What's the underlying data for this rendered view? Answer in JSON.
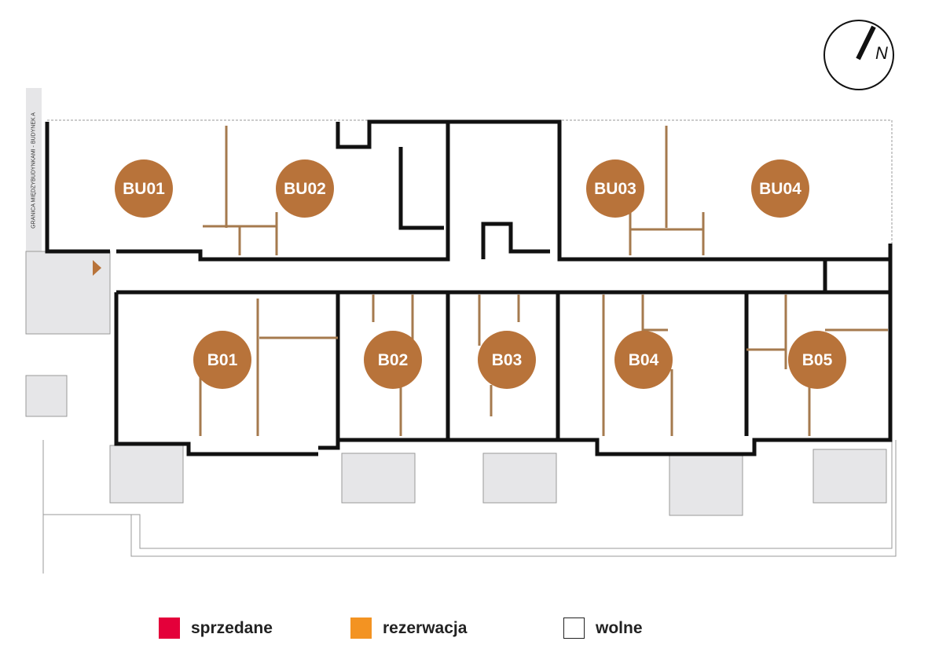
{
  "plan": {
    "boundary_label": "GRANICA MIĘDZYBUDYNKAMI - BUDYNEK A",
    "compass_label": "N",
    "units": [
      {
        "id": "BU01",
        "status": "wolne"
      },
      {
        "id": "BU02",
        "status": "wolne"
      },
      {
        "id": "BU03",
        "status": "wolne"
      },
      {
        "id": "BU04",
        "status": "wolne"
      },
      {
        "id": "B01",
        "status": "wolne"
      },
      {
        "id": "B02",
        "status": "wolne"
      },
      {
        "id": "B03",
        "status": "wolne"
      },
      {
        "id": "B04",
        "status": "wolne"
      },
      {
        "id": "B05",
        "status": "wolne"
      }
    ],
    "unit_color": "#b8733a"
  },
  "legend": [
    {
      "label": "sprzedane",
      "color": "#e4003a"
    },
    {
      "label": "rezerwacja",
      "color": "#f39322"
    },
    {
      "label": "wolne",
      "color": "#ffffff"
    }
  ]
}
